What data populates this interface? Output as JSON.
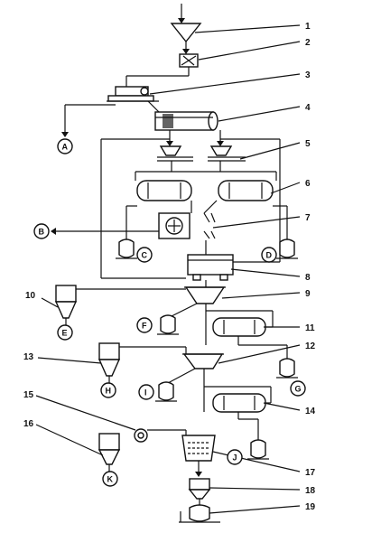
{
  "labels": {
    "n1": "1",
    "n2": "2",
    "n3": "3",
    "n4": "4",
    "n5": "5",
    "n6": "6",
    "n7": "7",
    "n8": "8",
    "n9": "9",
    "n10": "10",
    "n11": "11",
    "n12": "12",
    "n13": "13",
    "n14": "14",
    "n15": "15",
    "n16": "16",
    "n17": "17",
    "n18": "18",
    "n19": "19"
  },
  "nodes": {
    "a": "A",
    "b": "B",
    "c": "C",
    "d": "D",
    "e": "E",
    "f": "F",
    "g": "G",
    "h": "H",
    "i": "I",
    "j": "J",
    "k": "K"
  }
}
